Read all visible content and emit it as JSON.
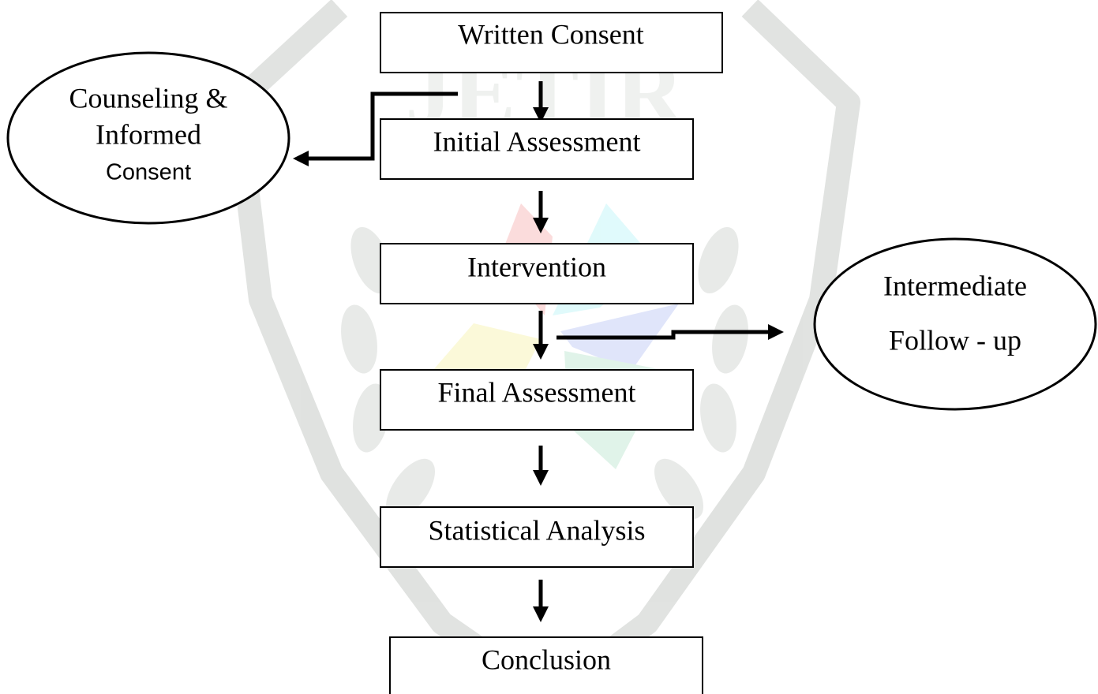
{
  "watermark": {
    "logo_text": "JETIR",
    "outline_color": "#c8ccc8",
    "petal_colors": [
      "#f7b0b0",
      "#b8f4f7",
      "#b8c4f4",
      "#f7f0a8",
      "#b8e4cc"
    ]
  },
  "steps": [
    {
      "label": "Written Consent"
    },
    {
      "label": "Initial Assessment"
    },
    {
      "label": "Intervention"
    },
    {
      "label": "Final Assessment"
    },
    {
      "label": "Statistical Analysis"
    },
    {
      "label": "Conclusion"
    }
  ],
  "side_nodes": {
    "counseling": {
      "line1": "Counseling &",
      "line2": "Informed",
      "line3": "Consent"
    },
    "followup": {
      "line1": "Intermediate",
      "line2": "Follow - up"
    }
  }
}
